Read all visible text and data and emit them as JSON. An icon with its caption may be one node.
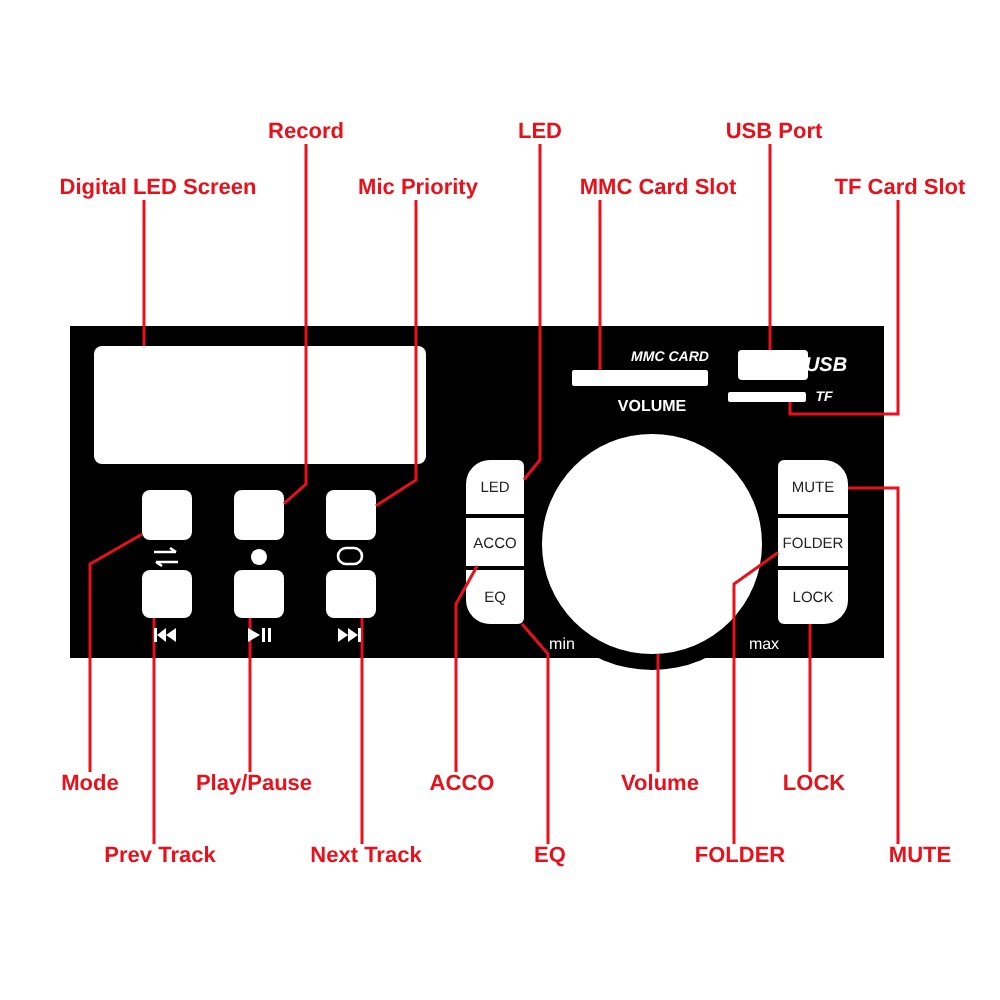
{
  "diagram": {
    "nodes": [
      {
        "text": [
          "Record"
        ]
      },
      {
        "text": [
          "LED"
        ]
      },
      {
        "text": [
          "USB Port"
        ]
      },
      {
        "text": [
          "Digital LED Screen"
        ]
      },
      {
        "text": [
          "Mic Priority"
        ]
      },
      {
        "text": [
          "MMC Card Slot"
        ]
      },
      {
        "text": [
          "TF Card Slot"
        ]
      },
      {
        "text": [],
        "shape": "box"
      },
      {
        "text": [],
        "shape": "bar"
      },
      {
        "text": [],
        "shape": "box",
        "beside": [
          "USB"
        ]
      },
      {
        "text": [],
        "shape": "bar",
        "beside": [
          "TF"
        ]
      },
      {
        "text": [],
        "shape": "box"
      },
      {
        "text": [],
        "shape": "box"
      },
      {
        "text": [],
        "shape": "box"
      },
      {
        "text": [
          "LED"
        ]
      },
      {
        "text": [],
        "shape": "circle"
      },
      {
        "text": [
          "MUTE"
        ]
      },
      {
        "text": [
          "ACCO"
        ]
      },
      {
        "text": [
          "FOLDER"
        ]
      },
      {
        "text": [],
        "shape": "box"
      },
      {
        "text": [],
        "shape": "box"
      },
      {
        "text": [],
        "shape": "box"
      },
      {
        "text": [
          "EQ"
        ]
      },
      {
        "text": [
          "LOCK"
        ]
      },
      {
        "text": [
          "Mode"
        ]
      },
      {
        "text": [
          "Play/Pause"
        ]
      },
      {
        "text": [
          "ACCO"
        ]
      },
      {
        "text": [
          "Volume"
        ]
      },
      {
        "text": [
          "LOCK"
        ]
      },
      {
        "text": [
          "Prev Track"
        ]
      },
      {
        "text": [
          "Next Track"
        ]
      },
      {
        "text": [
          "EQ"
        ]
      },
      {
        "text": [
          "FOLDER"
        ]
      },
      {
        "text": [
          "MUTE"
        ]
      }
    ],
    "edges": [
      {
        "from": 3,
        "to": 7,
        "arrow": "none"
      },
      {
        "from": 0,
        "to": 12,
        "arrow": "none"
      },
      {
        "from": 4,
        "to": 13,
        "arrow": "none"
      },
      {
        "from": 1,
        "to": 14,
        "arrow": "none"
      },
      {
        "from": 5,
        "to": 8,
        "arrow": "none"
      },
      {
        "from": 2,
        "to": 9,
        "arrow": "none"
      },
      {
        "from": 6,
        "to": 10,
        "arrow": "none"
      },
      {
        "from": 24,
        "to": 11,
        "arrow": "none"
      },
      {
        "from": 29,
        "to": 19,
        "arrow": "none"
      },
      {
        "from": 25,
        "to": 20,
        "arrow": "none"
      },
      {
        "from": 30,
        "to": 21,
        "arrow": "none"
      },
      {
        "from": 26,
        "to": 17,
        "arrow": "none"
      },
      {
        "from": 31,
        "to": 22,
        "arrow": "none"
      },
      {
        "from": 27,
        "to": 15,
        "arrow": "none"
      },
      {
        "from": 32,
        "to": 18,
        "arrow": "none"
      },
      {
        "from": 28,
        "to": 23,
        "arrow": "none"
      },
      {
        "from": 33,
        "to": 16,
        "arrow": "none"
      }
    ],
    "labels": [
      "MMC CARD",
      "VOLUME",
      "min",
      "max"
    ]
  }
}
